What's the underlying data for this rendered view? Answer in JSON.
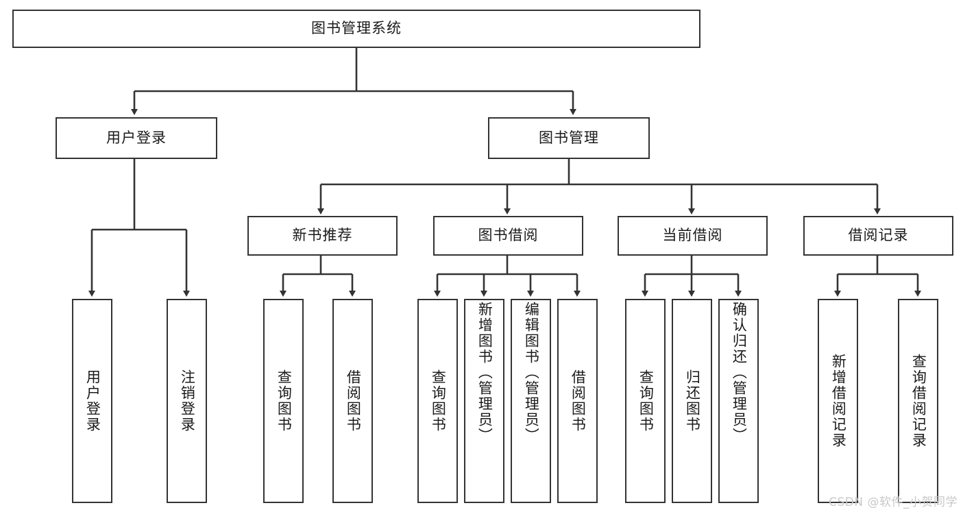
{
  "diagram": {
    "type": "tree",
    "orientation": "top-down",
    "root": {
      "id": "root",
      "label": "图书管理系统"
    },
    "level2": [
      {
        "id": "user-login",
        "label": "用户登录"
      },
      {
        "id": "book-management",
        "label": "图书管理"
      }
    ],
    "level3": [
      {
        "id": "new-book-recommend",
        "label": "新书推荐",
        "parent": "book-management"
      },
      {
        "id": "book-borrow",
        "label": "图书借阅",
        "parent": "book-management"
      },
      {
        "id": "current-borrow",
        "label": "当前借阅",
        "parent": "book-management"
      },
      {
        "id": "borrow-record",
        "label": "借阅记录",
        "parent": "book-management"
      }
    ],
    "leaves": {
      "user_login": [
        {
          "id": "leaf-user-login",
          "label": "用户登录"
        },
        {
          "id": "leaf-logout-login",
          "label": "注销登录"
        }
      ],
      "new_book_recommend": [
        {
          "id": "leaf-query-book-1",
          "label": "查询图书"
        },
        {
          "id": "leaf-borrow-book-1",
          "label": "借阅图书"
        }
      ],
      "book_borrow": [
        {
          "id": "leaf-query-book-2",
          "label": "查询图书"
        },
        {
          "id": "leaf-add-book",
          "label": "新增图书（管理员）"
        },
        {
          "id": "leaf-edit-book",
          "label": "编辑图书（管理员）"
        },
        {
          "id": "leaf-borrow-book-2",
          "label": "借阅图书"
        }
      ],
      "current_borrow": [
        {
          "id": "leaf-query-book-3",
          "label": "查询图书"
        },
        {
          "id": "leaf-return-book",
          "label": "归还图书"
        },
        {
          "id": "leaf-confirm-return",
          "label": "确认归还（管理员）"
        }
      ],
      "borrow_record": [
        {
          "id": "leaf-add-record",
          "label": "新增借阅记录"
        },
        {
          "id": "leaf-query-record",
          "label": "查询借阅记录"
        }
      ]
    }
  },
  "watermark": {
    "text": "CSDN @软件_小贺同学"
  },
  "colors": {
    "border": "#333333",
    "text": "#1a1a1a",
    "background": "#ffffff",
    "connector": "#333333",
    "watermark": "#c8c8c8"
  }
}
